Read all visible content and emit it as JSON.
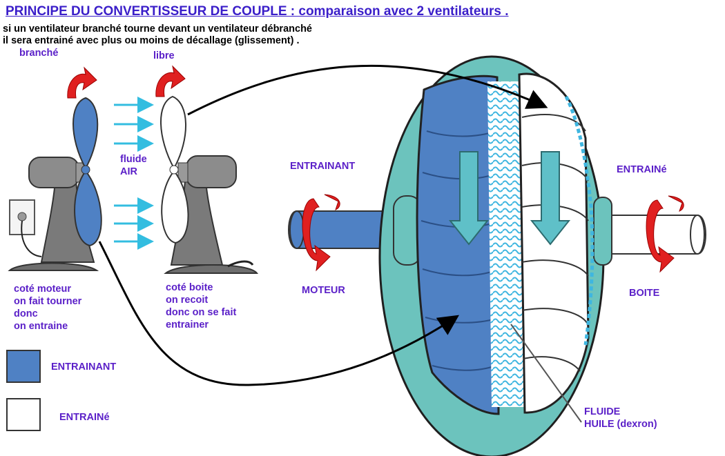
{
  "title": "PRINCIPE DU CONVERTISSEUR DE COUPLE : comparaison avec 2 ventilateurs .",
  "subtitle": [
    "si un ventilateur branché tourne devant un ventilateur débranché",
    "il sera entrainé avec plus ou moins de décallage (glissement) ."
  ],
  "fans": {
    "left_label": "branché",
    "right_label": "libre",
    "medium": "fluide\nAIR",
    "left_caption": "coté moteur\non fait tourner\ndonc\non entraine",
    "right_caption": "coté boite\non recoit\ndonc on se fait\nentrainer"
  },
  "legend": [
    {
      "label": "ENTRAINANT",
      "color": "#4f81c4"
    },
    {
      "label": "ENTRAINé",
      "color": "#ffffff"
    }
  ],
  "converter": {
    "input_label": "ENTRAINANT",
    "output_label": "ENTRAINé",
    "motor_label": "MOTEUR",
    "box_label": "BOITE",
    "fluid_label": "FLUIDE\nHUILE (dexron)"
  },
  "colors": {
    "driving": "#4f81c4",
    "driven": "#ffffff",
    "housing": "#6cc3bd",
    "rotation_arrow": "#e02020",
    "flow_arrow": "#5fc0c8",
    "title": "#3a1ec9",
    "label": "#5a1fc8"
  }
}
